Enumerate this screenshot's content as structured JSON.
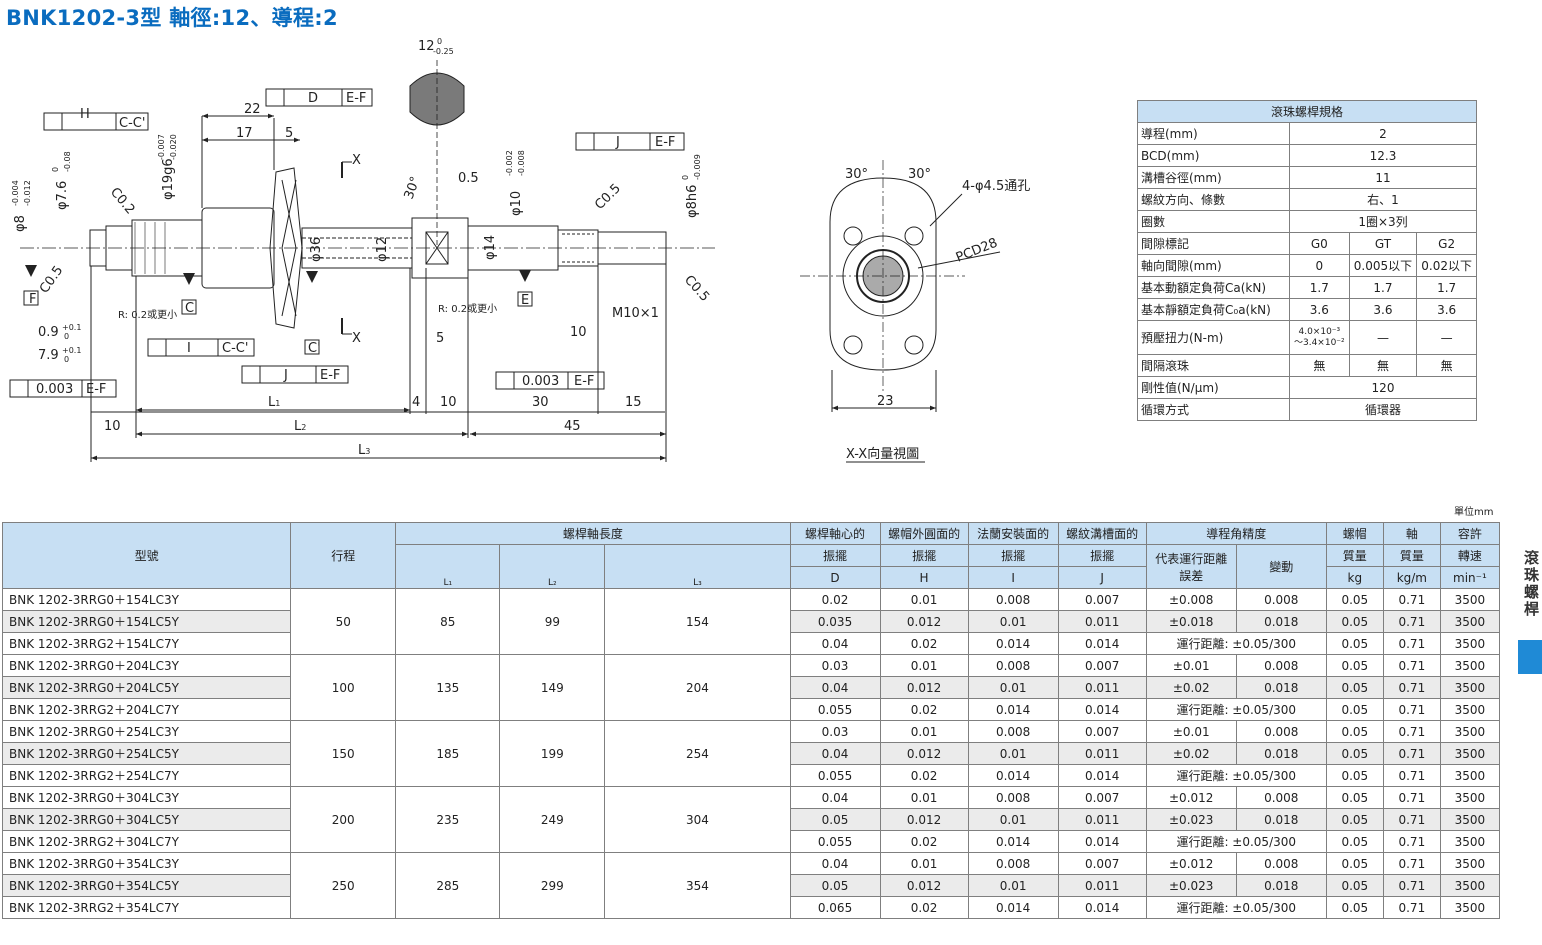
{
  "title": "BNK1202-3型 軸徑:12、導程:2",
  "drawing": {
    "frames": {
      "h": [
        "H",
        "C-C'"
      ],
      "d": [
        "D",
        "E-F"
      ],
      "j1": [
        "J",
        "E-F"
      ],
      "i": [
        "I",
        "C-C'"
      ],
      "j2": [
        "J",
        "E-F"
      ],
      "ef1": [
        "0.003",
        "E-F"
      ],
      "ef2": [
        "0.003",
        "E-F"
      ]
    },
    "dims": {
      "d12": "12",
      "d12tol": "0",
      "d12tol2": "-0.25",
      "d22": "22",
      "d17": "17",
      "d5": "5",
      "d19": "φ19g6",
      "d19t1": "-0.007",
      "d19t2": "-0.020",
      "d76": "φ7.6",
      "d76t1": "0",
      "d76t2": "-0.08",
      "d8": "φ8",
      "d8t1": "-0.004",
      "d8t2": "-0.012",
      "c02": "C0.2",
      "c05a": "C0.5",
      "c05b": "C0.5",
      "c05c": "C0.5",
      "d36": "φ36",
      "d12b": "φ12",
      "d14": "φ14",
      "d10": "φ10",
      "d10t1": "-0.002",
      "d10t2": "-0.008",
      "d8h6": "φ8h6",
      "d8h6t1": "0",
      "d8h6t2": "-0.009",
      "a30": "30°",
      "d05": "0.5",
      "r02a": "R: 0.2或更小",
      "r02b": "R: 0.2或更小",
      "m10": "M10×1",
      "d10b": "10",
      "d5b": "5",
      "d09": "0.9",
      "d09t": "+0.1",
      "d09b": "0",
      "d79": "7.9",
      "d79t": "+0.1",
      "d79b": "0",
      "L1": "L",
      "L1s": "1",
      "L2": "L",
      "L2s": "2",
      "L3": "L",
      "L3s": "3",
      "b4": "4",
      "b10": "10",
      "b30": "30",
      "b15": "15",
      "b10l": "10",
      "b45": "45",
      "X": "X",
      "F": "F",
      "C": "C",
      "Cp": "C'",
      "E": "E"
    },
    "view": {
      "a30a": "30°",
      "a30b": "30°",
      "holes": "4-φ4.5通孔",
      "pcd": "PCD28",
      "w23": "23",
      "caption": "X-X向量視圖"
    }
  },
  "spec": {
    "header": "滾珠螺桿規格",
    "rows": [
      {
        "label": "導程(mm)",
        "value": "2"
      },
      {
        "label": "BCD(mm)",
        "value": "12.3"
      },
      {
        "label": "溝槽谷徑(mm)",
        "value": "11"
      },
      {
        "label": "螺紋方向、條數",
        "value": "右、1"
      },
      {
        "label": "圈數",
        "value": "1圈×3列"
      }
    ],
    "clearance": {
      "label": "間隙標記",
      "v": [
        "G0",
        "GT",
        "G2"
      ]
    },
    "axial": {
      "label": "軸向間隙(mm)",
      "v": [
        "0",
        "0.005以下",
        "0.02以下"
      ]
    },
    "ca": {
      "label": "基本動額定負荷Ca(kN)",
      "v": [
        "1.7",
        "1.7",
        "1.7"
      ]
    },
    "c0a": {
      "label": "基本靜額定負荷C₀a(kN)",
      "v": [
        "3.6",
        "3.6",
        "3.6"
      ]
    },
    "torque": {
      "label": "預壓扭力(N-m)",
      "v1a": "4.0×10⁻³",
      "v1b": "～3.4×10⁻²",
      "v2": "—",
      "v3": "—"
    },
    "spacer": {
      "label": "間隔滾珠",
      "v": [
        "無",
        "無",
        "無"
      ]
    },
    "rigid": {
      "label": "剛性值(N/μm)",
      "value": "120"
    },
    "circ": {
      "label": "循環方式",
      "value": "循環器"
    }
  },
  "unit": "單位mm",
  "table": {
    "h": {
      "model": "型號",
      "stroke": "行程",
      "length": "螺桿軸長度",
      "L1": "L₁",
      "L2": "L₂",
      "L3": "L₃",
      "axis1": "螺桿軸心的",
      "axis2": "振擺",
      "axisD": "D",
      "nut1": "螺帽外圓面的",
      "nut2": "振擺",
      "nutH": "H",
      "fl1": "法蘭安裝面的",
      "fl2": "振擺",
      "flI": "I",
      "th1": "螺紋溝槽面的",
      "th2": "振擺",
      "thJ": "J",
      "lead": "導程角精度",
      "rep": "代表運行距離誤差",
      "var": "變動",
      "nm1": "螺帽",
      "nm2": "質量",
      "nm3": "kg",
      "sm1": "軸",
      "sm2": "質量",
      "sm3": "kg/m",
      "sp1": "容許",
      "sp2": "轉速",
      "sp3": "min⁻¹"
    },
    "groups": [
      {
        "stroke": "50",
        "L1": "85",
        "L2": "99",
        "L3": "154",
        "rows": [
          {
            "model": "BNK 1202-3RRG0＋154LC3Y",
            "d": "0.02",
            "h": "0.01",
            "i": "0.008",
            "j": "0.007",
            "e": "±0.008",
            "v": "0.008",
            "nm": "0.05",
            "sm": "0.71",
            "sp": "3500"
          },
          {
            "model": "BNK 1202-3RRG0＋154LC5Y",
            "d": "0.035",
            "h": "0.012",
            "i": "0.01",
            "j": "0.011",
            "e": "±0.018",
            "v": "0.018",
            "nm": "0.05",
            "sm": "0.71",
            "sp": "3500"
          },
          {
            "model": "BNK 1202-3RRG2＋154LC7Y",
            "d": "0.04",
            "h": "0.02",
            "i": "0.014",
            "j": "0.014",
            "run": "運行距離: ±0.05/300",
            "nm": "0.05",
            "sm": "0.71",
            "sp": "3500"
          }
        ]
      },
      {
        "stroke": "100",
        "L1": "135",
        "L2": "149",
        "L3": "204",
        "rows": [
          {
            "model": "BNK 1202-3RRG0＋204LC3Y",
            "d": "0.03",
            "h": "0.01",
            "i": "0.008",
            "j": "0.007",
            "e": "±0.01",
            "v": "0.008",
            "nm": "0.05",
            "sm": "0.71",
            "sp": "3500"
          },
          {
            "model": "BNK 1202-3RRG0＋204LC5Y",
            "d": "0.04",
            "h": "0.012",
            "i": "0.01",
            "j": "0.011",
            "e": "±0.02",
            "v": "0.018",
            "nm": "0.05",
            "sm": "0.71",
            "sp": "3500"
          },
          {
            "model": "BNK 1202-3RRG2＋204LC7Y",
            "d": "0.055",
            "h": "0.02",
            "i": "0.014",
            "j": "0.014",
            "run": "運行距離: ±0.05/300",
            "nm": "0.05",
            "sm": "0.71",
            "sp": "3500"
          }
        ]
      },
      {
        "stroke": "150",
        "L1": "185",
        "L2": "199",
        "L3": "254",
        "rows": [
          {
            "model": "BNK 1202-3RRG0＋254LC3Y",
            "d": "0.03",
            "h": "0.01",
            "i": "0.008",
            "j": "0.007",
            "e": "±0.01",
            "v": "0.008",
            "nm": "0.05",
            "sm": "0.71",
            "sp": "3500"
          },
          {
            "model": "BNK 1202-3RRG0＋254LC5Y",
            "d": "0.04",
            "h": "0.012",
            "i": "0.01",
            "j": "0.011",
            "e": "±0.02",
            "v": "0.018",
            "nm": "0.05",
            "sm": "0.71",
            "sp": "3500"
          },
          {
            "model": "BNK 1202-3RRG2＋254LC7Y",
            "d": "0.055",
            "h": "0.02",
            "i": "0.014",
            "j": "0.014",
            "run": "運行距離: ±0.05/300",
            "nm": "0.05",
            "sm": "0.71",
            "sp": "3500"
          }
        ]
      },
      {
        "stroke": "200",
        "L1": "235",
        "L2": "249",
        "L3": "304",
        "rows": [
          {
            "model": "BNK 1202-3RRG0＋304LC3Y",
            "d": "0.04",
            "h": "0.01",
            "i": "0.008",
            "j": "0.007",
            "e": "±0.012",
            "v": "0.008",
            "nm": "0.05",
            "sm": "0.71",
            "sp": "3500"
          },
          {
            "model": "BNK 1202-3RRG0＋304LC5Y",
            "d": "0.05",
            "h": "0.012",
            "i": "0.01",
            "j": "0.011",
            "e": "±0.023",
            "v": "0.018",
            "nm": "0.05",
            "sm": "0.71",
            "sp": "3500"
          },
          {
            "model": "BNK 1202-3RRG2＋304LC7Y",
            "d": "0.055",
            "h": "0.02",
            "i": "0.014",
            "j": "0.014",
            "run": "運行距離: ±0.05/300",
            "nm": "0.05",
            "sm": "0.71",
            "sp": "3500"
          }
        ]
      },
      {
        "stroke": "250",
        "L1": "285",
        "L2": "299",
        "L3": "354",
        "rows": [
          {
            "model": "BNK 1202-3RRG0＋354LC3Y",
            "d": "0.04",
            "h": "0.01",
            "i": "0.008",
            "j": "0.007",
            "e": "±0.012",
            "v": "0.008",
            "nm": "0.05",
            "sm": "0.71",
            "sp": "3500"
          },
          {
            "model": "BNK 1202-3RRG0＋354LC5Y",
            "d": "0.05",
            "h": "0.012",
            "i": "0.01",
            "j": "0.011",
            "e": "±0.023",
            "v": "0.018",
            "nm": "0.05",
            "sm": "0.71",
            "sp": "3500"
          },
          {
            "model": "BNK 1202-3RRG2＋354LC7Y",
            "d": "0.065",
            "h": "0.02",
            "i": "0.014",
            "j": "0.014",
            "run": "運行距離: ±0.05/300",
            "nm": "0.05",
            "sm": "0.71",
            "sp": "3500"
          }
        ]
      }
    ]
  },
  "sidebar": "滾珠螺桿",
  "colors": {
    "accent": "#0a6cbf",
    "header": "#c7dff3",
    "tab": "#1f8ad6",
    "shade": "#ebebeb"
  }
}
